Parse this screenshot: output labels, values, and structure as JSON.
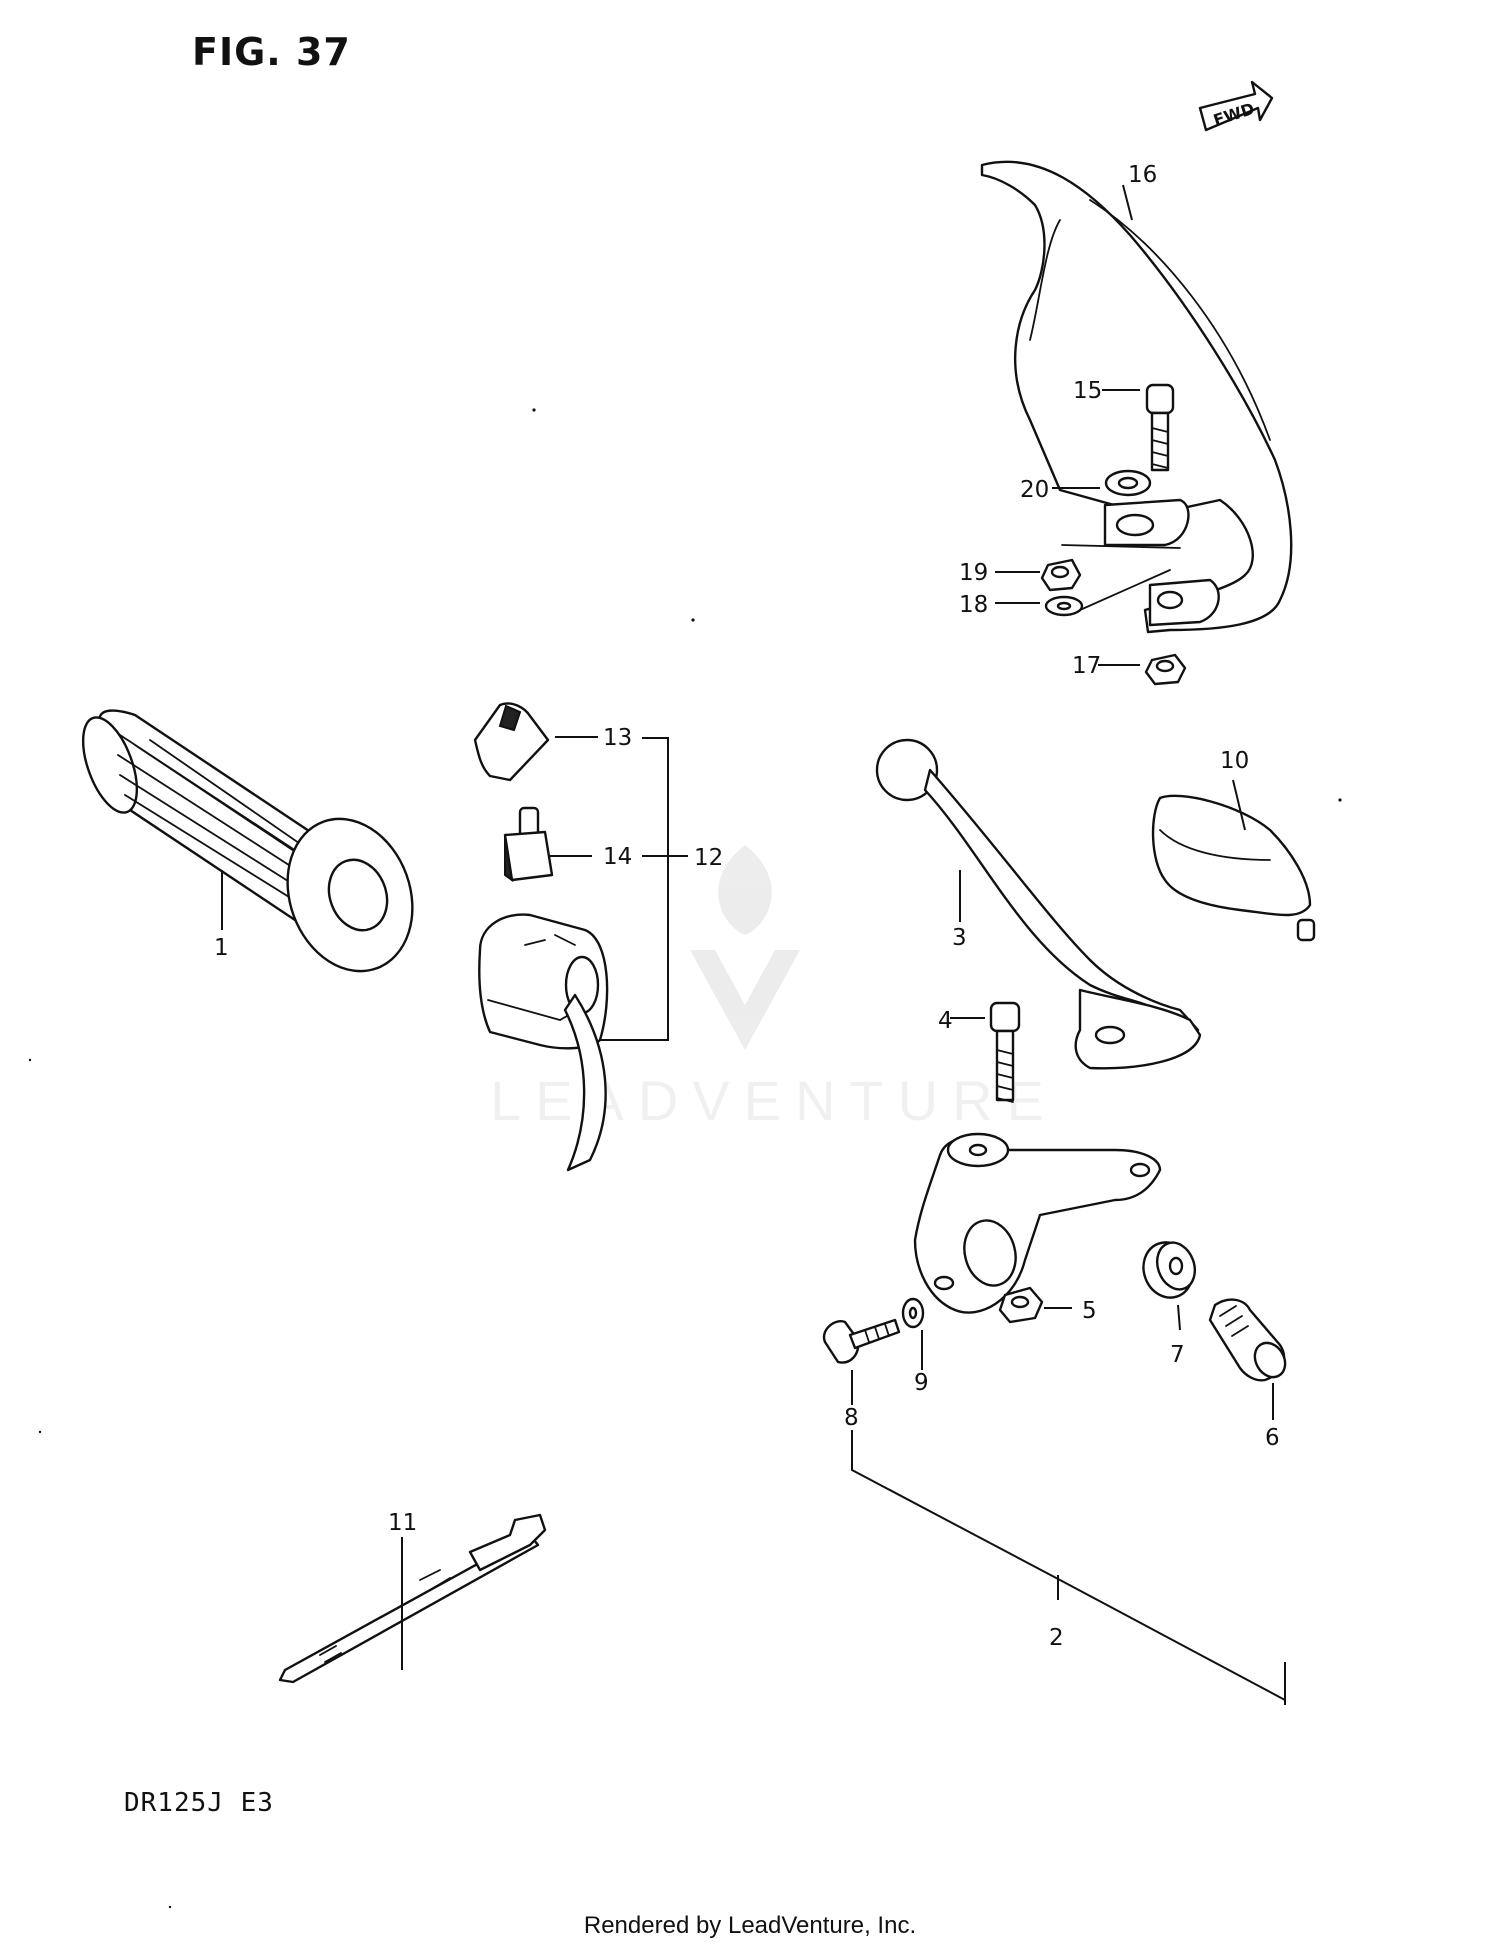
{
  "figure": {
    "title": "FIG. 37",
    "model": "DR125J  E3",
    "direction_badge": "FWD"
  },
  "watermark": {
    "text": "LEADVENTURE"
  },
  "footer": {
    "text": "Rendered by LeadVenture, Inc."
  },
  "callouts": [
    "1",
    "2",
    "3",
    "4",
    "5",
    "6",
    "7",
    "8",
    "9",
    "10",
    "11",
    "12",
    "13",
    "14",
    "15",
    "16",
    "17",
    "18",
    "19",
    "20"
  ]
}
